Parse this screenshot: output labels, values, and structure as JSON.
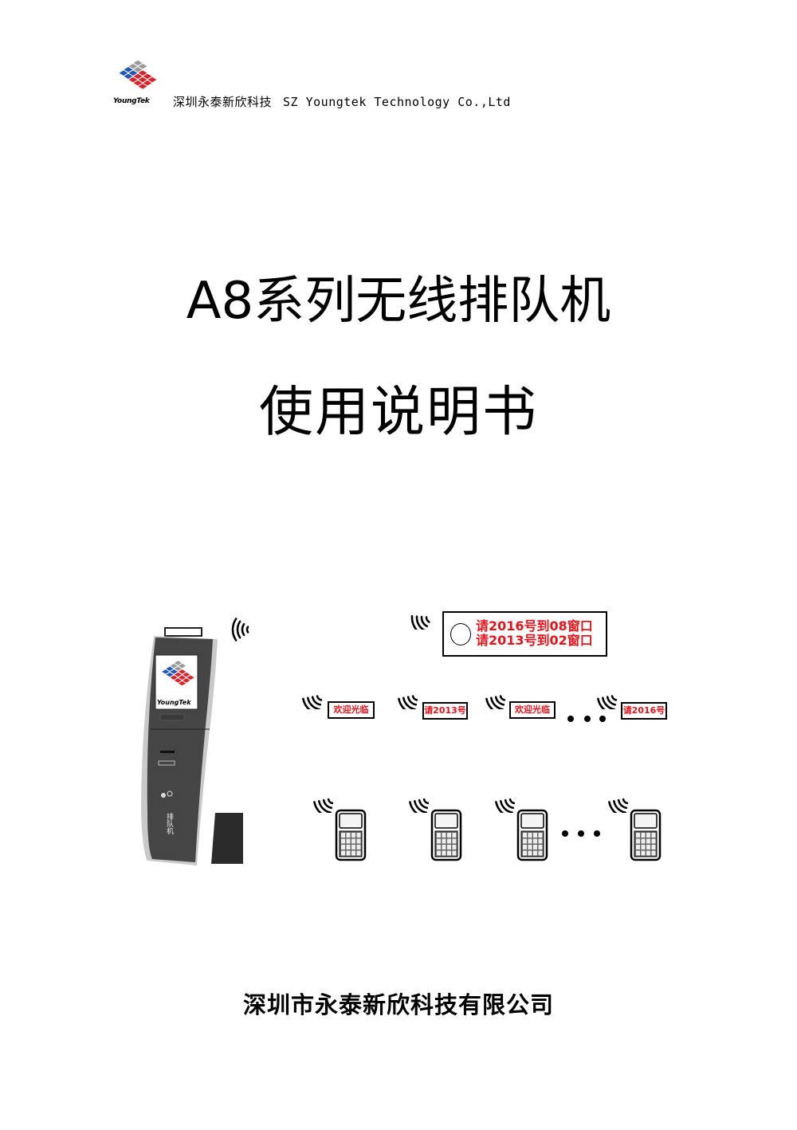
{
  "header": {
    "logo_text": "YoungTek",
    "company_cn": "深圳永泰新欣科技",
    "company_en": "SZ Youngtek Technology Co.,Ltd"
  },
  "title": "A8系列无线排队机",
  "subtitle": "使用说明书",
  "diagram": {
    "main_display": {
      "lines": [
        "请2016号到08窗口",
        "请2013号到02窗口"
      ]
    },
    "counter_displays": [
      {
        "text": "欢迎光临"
      },
      {
        "text": "请2013号"
      },
      {
        "text": "欢迎光临"
      },
      {
        "text": "请2016号"
      }
    ],
    "kiosk": {
      "screen_logo": "YoungTek",
      "panel_text": "排队机"
    },
    "colors": {
      "display_text": "#e0151b",
      "logo_blue": "#1f56b8",
      "logo_red": "#d7232a",
      "logo_gray": "#9a9a9a"
    }
  },
  "footer": "深圳市永泰新欣科技有限公司"
}
